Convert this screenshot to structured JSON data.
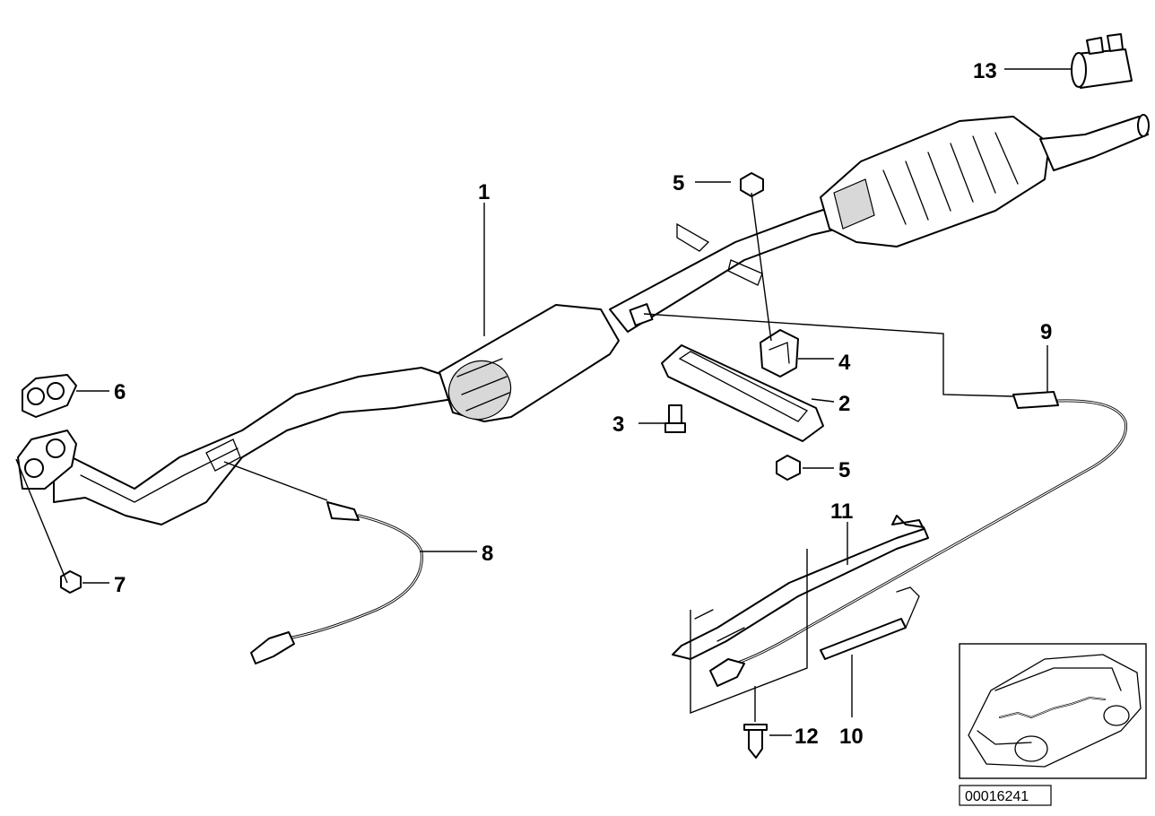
{
  "diagram": {
    "callouts": {
      "c1": "1",
      "c2": "2",
      "c3": "3",
      "c4": "4",
      "c5a": "5",
      "c5b": "5",
      "c6": "6",
      "c7": "7",
      "c8": "8",
      "c9": "9",
      "c10": "10",
      "c11": "11",
      "c12": "12",
      "c13": "13"
    },
    "reference_number": "00016241",
    "icons": {
      "thumbnail": "car-outline-icon"
    }
  }
}
